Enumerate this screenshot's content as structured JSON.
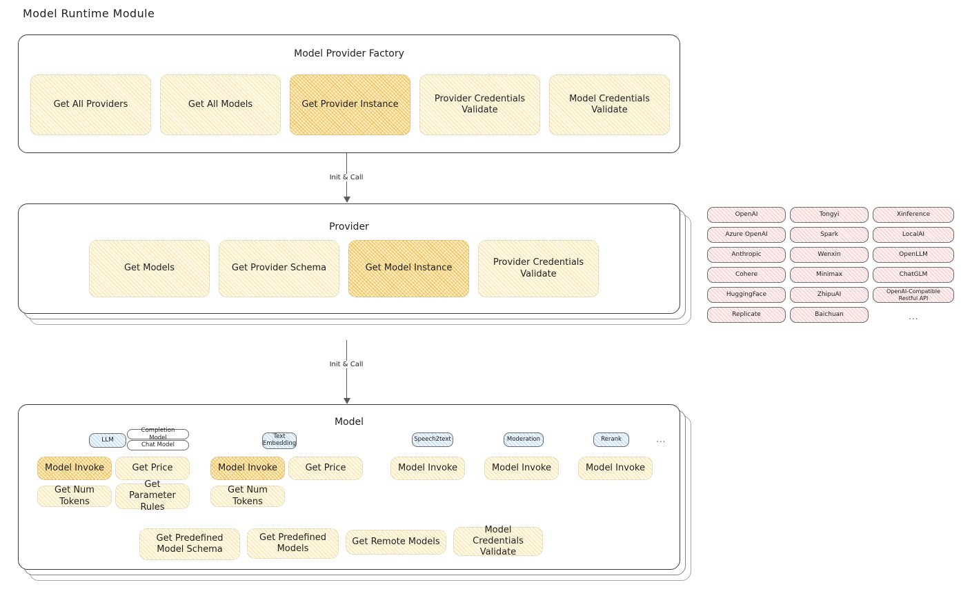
{
  "page": {
    "title": "Model Runtime Module"
  },
  "factory": {
    "title": "Model Provider Factory",
    "boxes": [
      {
        "label": "Get All Providers",
        "style": "yellow"
      },
      {
        "label": "Get All Models",
        "style": "yellow"
      },
      {
        "label": "Get Provider Instance",
        "style": "orange"
      },
      {
        "label": "Provider Credentials Validate",
        "style": "yellow"
      },
      {
        "label": "Model Credentials Validate",
        "style": "yellow"
      }
    ]
  },
  "arrow1": {
    "label": "Init & Call"
  },
  "provider": {
    "title": "Provider",
    "boxes": [
      {
        "label": "Get Models",
        "style": "yellow"
      },
      {
        "label": "Get Provider Schema",
        "style": "yellow"
      },
      {
        "label": "Get Model Instance",
        "style": "orange"
      },
      {
        "label": "Provider Credentials Validate",
        "style": "yellow"
      }
    ]
  },
  "provider_list": {
    "columns": [
      [
        "OpenAI",
        "Azure OpenAI",
        "Anthropic",
        "Cohere",
        "HuggingFace",
        "Replicate"
      ],
      [
        "Tongyi",
        "Spark",
        "Wenxin",
        "Minimax",
        "ZhipuAI",
        "Baichuan"
      ],
      [
        "Xinference",
        "LocalAI",
        "OpenLLM",
        "ChatGLM",
        "OpenAI-Compatible Restful API"
      ]
    ],
    "more": "..."
  },
  "arrow2": {
    "label": "Init & Call"
  },
  "model": {
    "title": "Model",
    "more": "...",
    "groups": [
      {
        "badge": "LLM",
        "subbadges": [
          "Completion Model",
          "Chat Model"
        ],
        "methods": [
          {
            "label": "Model Invoke",
            "style": "orange"
          },
          {
            "label": "Get Price",
            "style": "yellow"
          },
          {
            "label": "Get Num Tokens",
            "style": "yellow"
          },
          {
            "label": "Get Parameter Rules",
            "style": "yellow"
          }
        ]
      },
      {
        "badge": "Text Embedding",
        "subbadges": [],
        "methods": [
          {
            "label": "Model Invoke",
            "style": "orange"
          },
          {
            "label": "Get Price",
            "style": "yellow"
          },
          {
            "label": "Get Num Tokens",
            "style": "yellow"
          }
        ]
      },
      {
        "badge": "Speech2text",
        "subbadges": [],
        "methods": [
          {
            "label": "Model Invoke",
            "style": "yellow"
          }
        ]
      },
      {
        "badge": "Moderation",
        "subbadges": [],
        "methods": [
          {
            "label": "Model Invoke",
            "style": "yellow"
          }
        ]
      },
      {
        "badge": "Rerank",
        "subbadges": [],
        "methods": [
          {
            "label": "Model Invoke",
            "style": "yellow"
          }
        ]
      }
    ],
    "common": [
      {
        "label": "Get Predefined Model Schema",
        "style": "yellow"
      },
      {
        "label": "Get Predefined Models",
        "style": "yellow"
      },
      {
        "label": "Get Remote Models",
        "style": "yellow"
      },
      {
        "label": "Model Credentials Validate",
        "style": "yellow"
      }
    ]
  }
}
